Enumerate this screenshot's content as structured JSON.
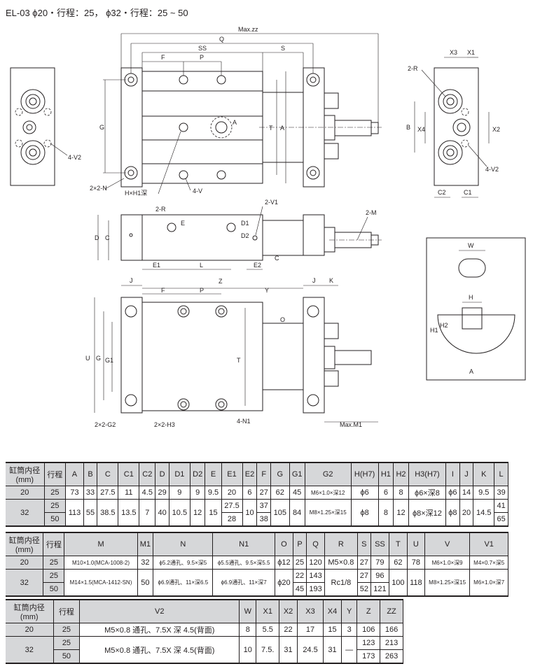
{
  "title": "EL-03 ϕ20・行程：25， ϕ32・行程：25 ~ 50",
  "drawing": {
    "top_view": {
      "max_zz": "Max.zz",
      "q": "Q",
      "ss": "SS",
      "s": "S",
      "f": "F",
      "p": "P",
      "g": "G",
      "t": "T",
      "a": "A",
      "detail_ref": "A",
      "n": "2×2-N",
      "h": "H×H1深",
      "v": "4-V"
    },
    "left_view": {
      "v2": "4-V2"
    },
    "right_view": {
      "x3": "X3",
      "x1": "X1",
      "r": "2-R",
      "b": "B",
      "x4": "X4",
      "x2": "X2",
      "v2": "4-V2",
      "c2": "C2",
      "c1": "C1"
    },
    "side_view": {
      "r": "2-R",
      "e": "E",
      "d": "D",
      "c": "C",
      "d1": "D1",
      "d2": "D2",
      "v1": "2-V1",
      "m": "2-M",
      "e1": "E1",
      "l": "L",
      "e2": "E2",
      "c_b": "C"
    },
    "bottom_view": {
      "j": "J",
      "f": "F",
      "p": "P",
      "z": "Z",
      "j2": "J",
      "k": "K",
      "y": "Y",
      "o": "O",
      "u": "U",
      "g": "G",
      "g1": "G1",
      "t": "T",
      "g2": "2×2-G2",
      "h3": "2×2-H3",
      "n1": "4-N1",
      "m1": "Max.M1"
    },
    "detail": {
      "w": "W",
      "h": "H",
      "h2": "H2",
      "h1": "H1",
      "label": "A"
    }
  },
  "tables": [
    {
      "lead_headers": [
        "缸筒内径\n(mm)",
        "行程"
      ],
      "headers": [
        "A",
        "B",
        "C",
        "C1",
        "C2",
        "D",
        "D1",
        "D2",
        "E",
        "E1",
        "E2",
        "F",
        "G",
        "G1",
        "G2",
        "H(H7)",
        "H1",
        "H2",
        "H3(H7)",
        "I",
        "J",
        "K",
        "L"
      ],
      "rows": [
        {
          "bore": "20",
          "strokes": [
            "25"
          ],
          "values": [
            "73",
            "33",
            "27.5",
            "11",
            "4.5",
            "29",
            "9",
            "9",
            "9.5",
            "20",
            "6",
            "27",
            "62",
            "45",
            "M6×1.0×深12",
            "ϕ6",
            "6",
            "8",
            "ϕ6×深8",
            "ϕ6",
            "14",
            "9.5",
            "39"
          ]
        },
        {
          "bore": "32",
          "strokes": [
            "25",
            "50"
          ],
          "values": [
            "113",
            "55",
            "38.5",
            "13.5",
            "7",
            "40",
            "10.5",
            "12",
            "15",
            [
              "27.5",
              "28"
            ],
            "10",
            [
              "37",
              "38"
            ],
            "105",
            "84",
            "M8×1.25×深15",
            "ϕ8",
            "8",
            "12",
            "ϕ8×深12",
            "ϕ8",
            "20",
            "14.5",
            [
              "41",
              "65"
            ]
          ]
        }
      ]
    },
    {
      "lead_headers": [
        "缸筒内径\n(mm)",
        "行程"
      ],
      "headers": [
        "M",
        "M1",
        "N",
        "N1",
        "O",
        "P",
        "Q",
        "R",
        "S",
        "SS",
        "T",
        "U",
        "V",
        "V1"
      ],
      "rows": [
        {
          "bore": "20",
          "strokes": [
            "25"
          ],
          "values": [
            "M10×1.0(MCA-1008-2)",
            "32",
            "ϕ5.2通孔、9.5×深5",
            "ϕ5.5通孔、9.5×深5.5",
            "ϕ12",
            "25",
            "120",
            "M5×0.8",
            "27",
            "79",
            "62",
            "78",
            "M6×1.0×深9",
            "M4×0.7×深5"
          ]
        },
        {
          "bore": "32",
          "strokes": [
            "25",
            "50"
          ],
          "values": [
            "M14×1.5(MCA-1412-SN)",
            "50",
            "ϕ6.9通孔、11×深6.5",
            "ϕ6.9通孔、11×深7",
            "ϕ20",
            [
              "22",
              "45"
            ],
            [
              "143",
              "193"
            ],
            "Rc1/8",
            [
              "27",
              "52"
            ],
            [
              "96",
              "121"
            ],
            "100",
            "118",
            "M8×1.25×深15",
            "M6×1.0×深7"
          ]
        }
      ]
    },
    {
      "lead_headers": [
        "缸筒内径\n(mm)",
        "行程"
      ],
      "headers": [
        "V2",
        "W",
        "X1",
        "X2",
        "X3",
        "X4",
        "Y",
        "Z",
        "ZZ"
      ],
      "rows": [
        {
          "bore": "20",
          "strokes": [
            "25"
          ],
          "values": [
            "M5×0.8 通孔、7.5X 深 4.5(背面)",
            "8",
            "5.5",
            "22",
            "17",
            "15",
            "3",
            "106",
            "166"
          ]
        },
        {
          "bore": "32",
          "strokes": [
            "25",
            "50"
          ],
          "values": [
            "M5×0.8 通孔、7.5X 深 4.5(背面)",
            "10",
            "7.5.",
            "31",
            "24.5",
            "31",
            "—",
            [
              "123",
              "173"
            ],
            [
              "213",
              "263"
            ]
          ]
        }
      ]
    }
  ]
}
